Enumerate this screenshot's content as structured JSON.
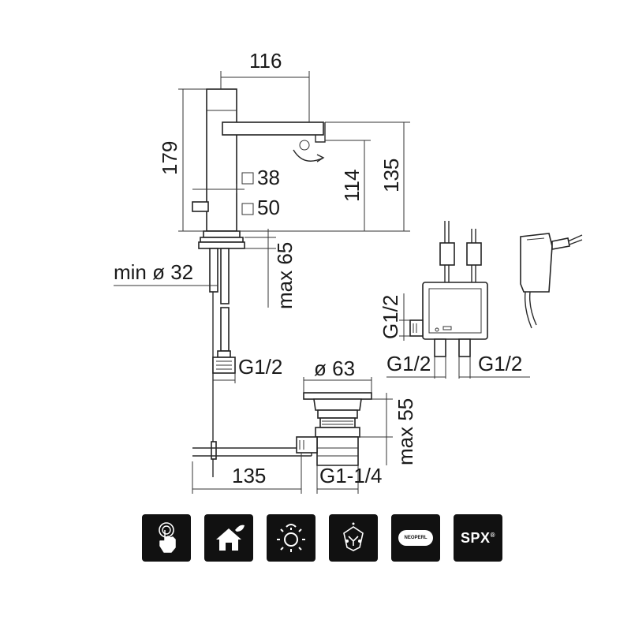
{
  "dimensions": {
    "width_116": "116",
    "height_179": "179",
    "height_114": "114",
    "height_135_top": "135",
    "sq_38": "38",
    "sq_50": "50",
    "max_65": "max 65",
    "min_32": "min ø 32",
    "g12_left": "G1/2",
    "dia_63": "ø 63",
    "max_55": "max 55",
    "len_135": "135",
    "g1_14": "G1-1/4",
    "g12_box_side": "G1/2",
    "g12_box_left": "G1/2",
    "g12_box_right": "G1/2"
  },
  "icons": [
    {
      "name": "touch-icon"
    },
    {
      "name": "home-eco-icon"
    },
    {
      "name": "sensor-light-icon"
    },
    {
      "name": "antibacterial-icon"
    },
    {
      "name": "neoperl-icon",
      "label": "NEOPERL"
    },
    {
      "name": "spx-icon",
      "label": "SPX"
    }
  ]
}
